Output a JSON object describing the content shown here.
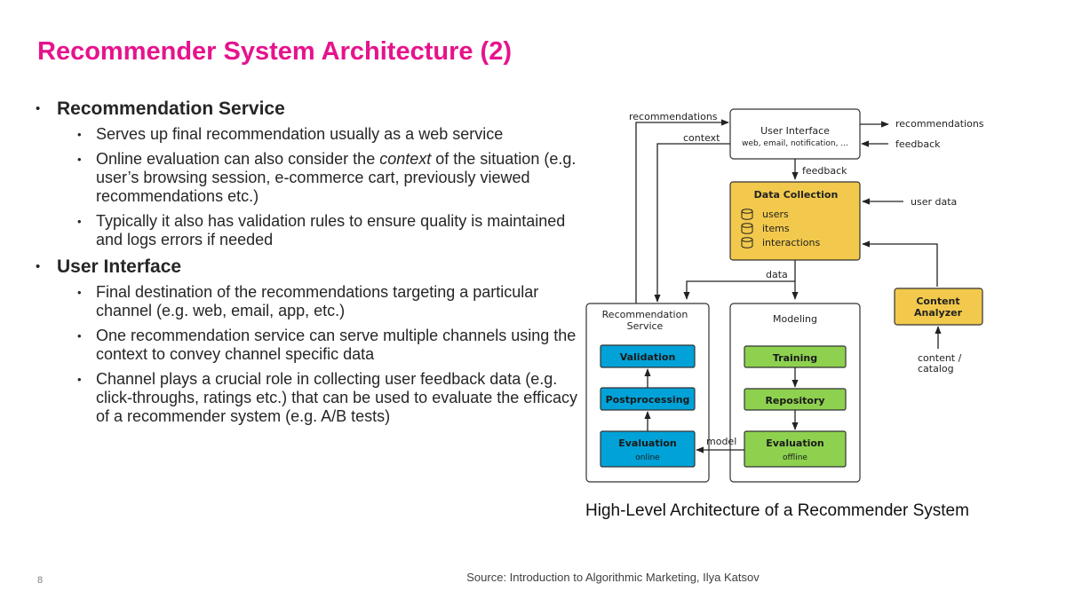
{
  "slide": {
    "title": "Recommender System Architecture (2)",
    "page_number": "8",
    "source": "Source: Introduction to Algorithmic Marketing, Ilya Katsov",
    "caption": "High-Level Architecture of a Recommender System"
  },
  "bullets": [
    {
      "heading": "Recommendation Service",
      "items": [
        "Serves up final recommendation usually as a web service",
        [
          "Online evaluation can also consider the ",
          "context",
          " of the situation (e.g. user’s browsing session, e-commerce cart, previously viewed recommendations etc.)"
        ],
        "Typically it also has validation rules to ensure quality is maintained and logs errors if needed"
      ]
    },
    {
      "heading": "User Interface",
      "items": [
        "Final destination of the recommendations targeting a particular channel (e.g. web, email, app, etc.)",
        "One recommendation service can serve multiple channels using the context to convey channel specific data",
        "Channel plays a crucial role in collecting user feedback data (e.g. click-throughs, ratings etc.) that can be used to evaluate the efficacy of a recommender system (e.g. A/B tests)"
      ]
    }
  ],
  "diagram": {
    "colors": {
      "yellow": "#f2c94c",
      "blue": "#00a2d8",
      "green": "#8ed14f",
      "border": "#333333"
    },
    "user_interface": {
      "title": "User Interface",
      "subtitle": "web, email, notification, ..."
    },
    "data_collection": {
      "title": "Data Collection",
      "stores": [
        "users",
        "items",
        "interactions"
      ]
    },
    "content_analyzer": {
      "line1": "Content",
      "line2": "Analyzer"
    },
    "recommendation_service": {
      "line1": "Recommendation",
      "line2": "Service",
      "validation": "Validation",
      "postprocessing": "Postprocessing",
      "evaluation": "Evaluation",
      "evaluation_sub": "online"
    },
    "modeling": {
      "title": "Modeling",
      "training": "Training",
      "repository": "Repository",
      "evaluation": "Evaluation",
      "evaluation_sub": "offline"
    },
    "labels": {
      "recommendations_top": "recommendations",
      "context": "context",
      "recommendations_out": "recommendations",
      "feedback_in": "feedback",
      "feedback_down": "feedback",
      "user_data": "user data",
      "data": "data",
      "content_catalog_1": "content /",
      "content_catalog_2": "catalog",
      "model": "model"
    }
  }
}
